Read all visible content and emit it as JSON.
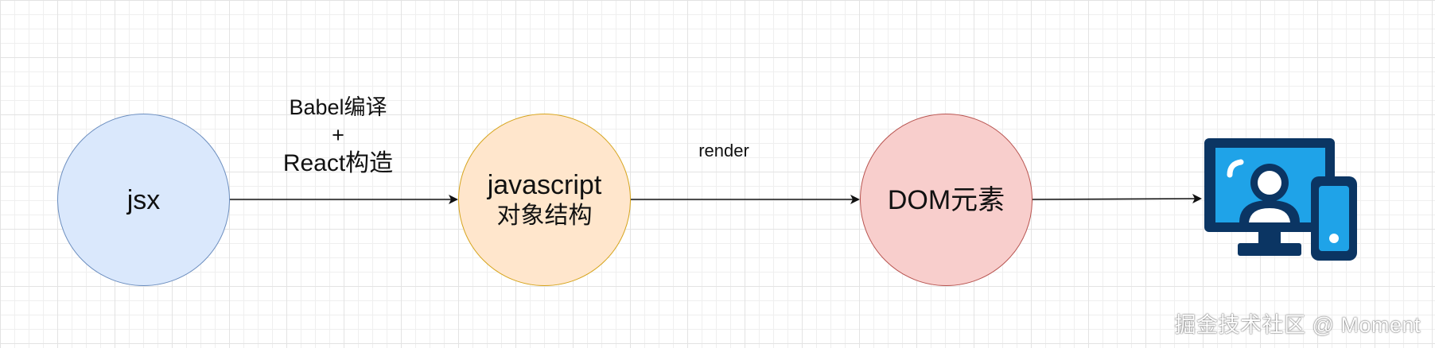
{
  "nodes": {
    "jsx": {
      "label": "jsx",
      "fill": "#dae8fc",
      "stroke": "#6c8ebf"
    },
    "js_object": {
      "line1": "javascript",
      "line2": "对象结构",
      "fill": "#ffe6cc",
      "stroke": "#d6a41c"
    },
    "dom": {
      "label": "DOM元素",
      "fill": "#f8cecc",
      "stroke": "#b85450"
    }
  },
  "edges": {
    "babel": {
      "line1": "Babel编译",
      "line2": "+",
      "line3": "React构造"
    },
    "render": {
      "label": "render"
    }
  },
  "device_icon": {
    "name": "user-device-icon",
    "colors": {
      "dark": "#0b3563",
      "screen": "#1fa3e8",
      "accent": "#ffffff"
    }
  },
  "watermark": {
    "text": "掘金技术社区 @ Moment"
  }
}
